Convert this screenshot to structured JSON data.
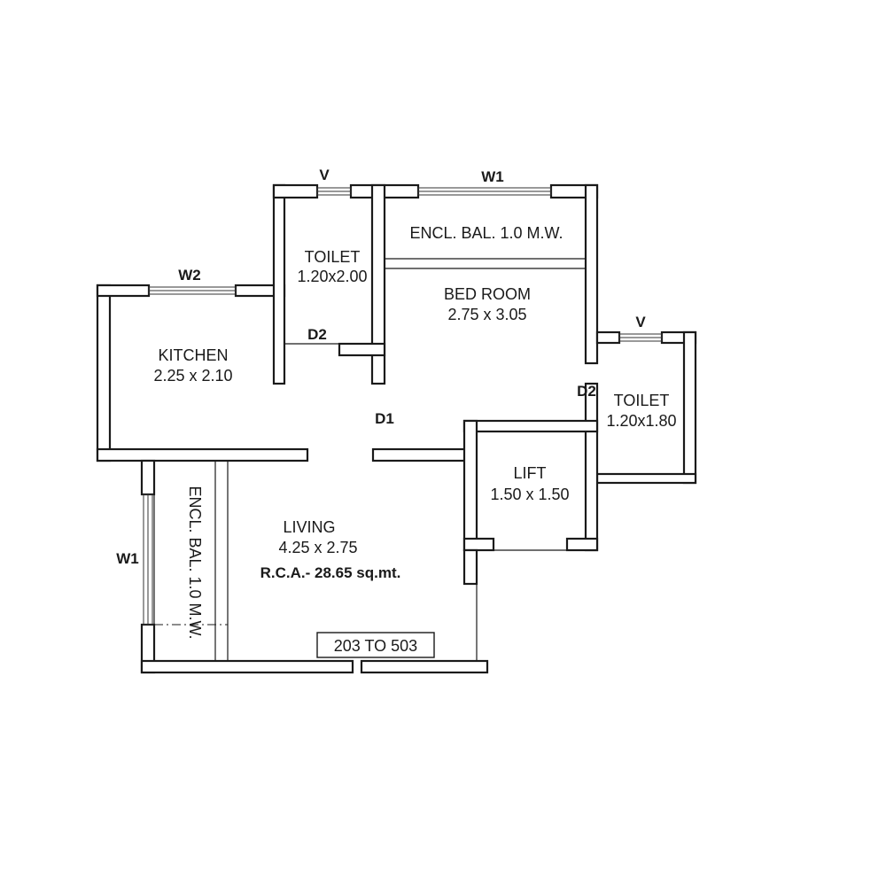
{
  "rooms": {
    "toilet_1": {
      "name": "TOILET",
      "size": "1.20x2.00"
    },
    "encl_bal_top": {
      "name": "ENCL. BAL. 1.0 M.W."
    },
    "bedroom": {
      "name": "BED ROOM",
      "size": "2.75 x 3.05"
    },
    "kitchen": {
      "name": "KITCHEN",
      "size": "2.25 x 2.10"
    },
    "toilet_2": {
      "name": "TOILET",
      "size": "1.20x1.80"
    },
    "lift": {
      "name": "LIFT",
      "size": "1.50 x 1.50"
    },
    "living": {
      "name": "LIVING",
      "size": "4.25 x 2.75",
      "area": "R.C.A.- 28.65 sq.mt."
    },
    "encl_bal_left": {
      "name": "ENCL. BAL. 1.0 M.W."
    }
  },
  "tags": {
    "v_top": "V",
    "w1_top": "W1",
    "w2": "W2",
    "d2_toilet1": "D2",
    "v_right": "V",
    "d2_toilet2": "D2",
    "d1": "D1",
    "w1_left": "W1"
  },
  "units": "203 TO 503"
}
